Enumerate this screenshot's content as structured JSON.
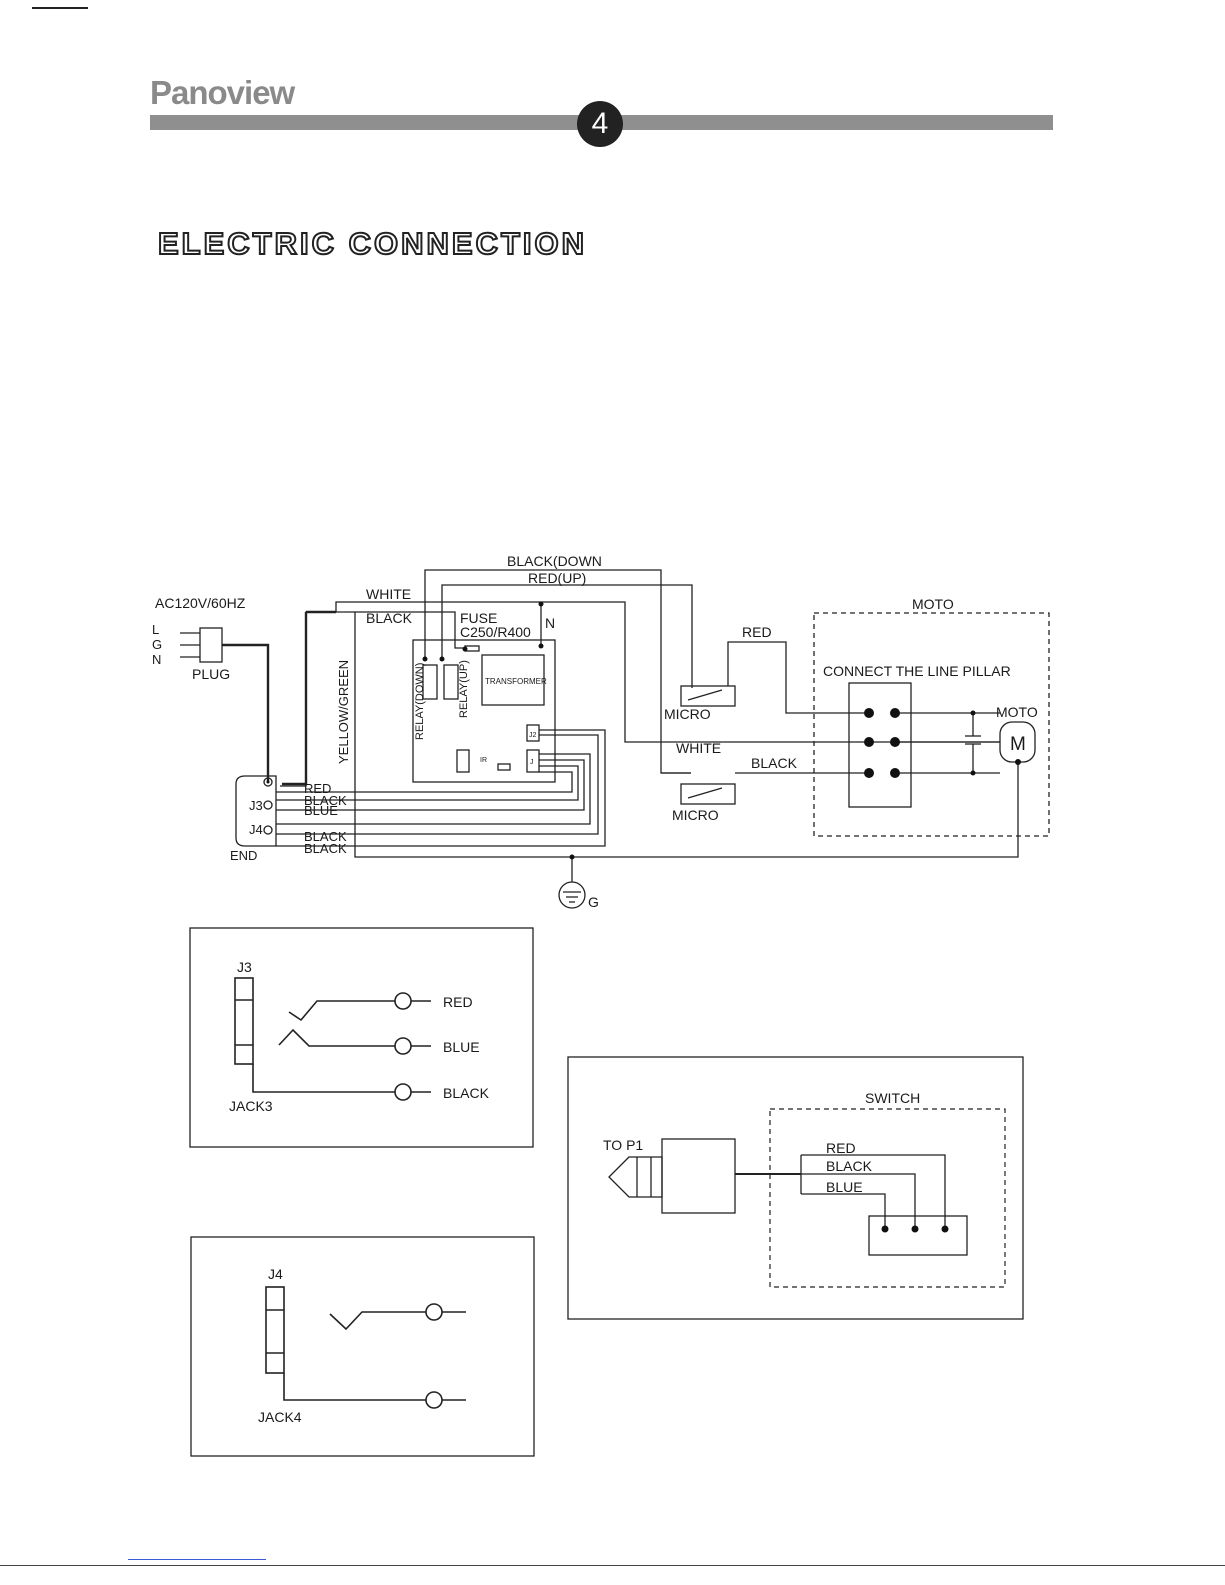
{
  "header": {
    "brand": "Panoview",
    "page_number": "4"
  },
  "section_title": "ELECTRIC CONNECTION",
  "wiring": {
    "supply": "AC120V/60HZ",
    "plug_pins": [
      "L",
      "G",
      "N"
    ],
    "plug_label": "PLUG",
    "white_label": "WHITE",
    "black_label": "BLACK",
    "black_down_label": "BLACK(DOWN",
    "red_up_label": "RED(UP)",
    "fuse_label": "FUSE",
    "fuse_spec": "C250/R400",
    "n_label": "N",
    "yellow_green_label": "YELLOW/GREEN",
    "relay_down": "RELAY(DOWN)",
    "relay_up": "RELAY(UP)",
    "transformer": "TRANSFORMER",
    "j2": "J2",
    "j_label": "J",
    "ir_label": "IR",
    "end_label": "END",
    "j3": "J3",
    "j4": "J4",
    "end_wires": [
      "RED",
      "BLACK",
      "BLUE",
      "BLACK",
      "BLACK"
    ],
    "micro_top": "MICRO",
    "micro_bottom": "MICRO",
    "red_to_pillar": "RED",
    "white_to_pillar": "WHITE",
    "black_to_pillar": "BLACK",
    "moto_box_title": "MOTO",
    "pillar_label": "CONNECT THE LINE PILLAR",
    "motor_label": "MOTO",
    "motor_symbol": "M",
    "ground_label": "G"
  },
  "jack3": {
    "label": "J3",
    "name": "JACK3",
    "wires": [
      "RED",
      "BLUE",
      "BLACK"
    ]
  },
  "jack4": {
    "label": "J4",
    "name": "JACK4"
  },
  "switch_diagram": {
    "to_label": "TO P1",
    "box_title": "SWITCH",
    "wires": [
      "RED",
      "BLACK",
      "BLUE"
    ]
  }
}
